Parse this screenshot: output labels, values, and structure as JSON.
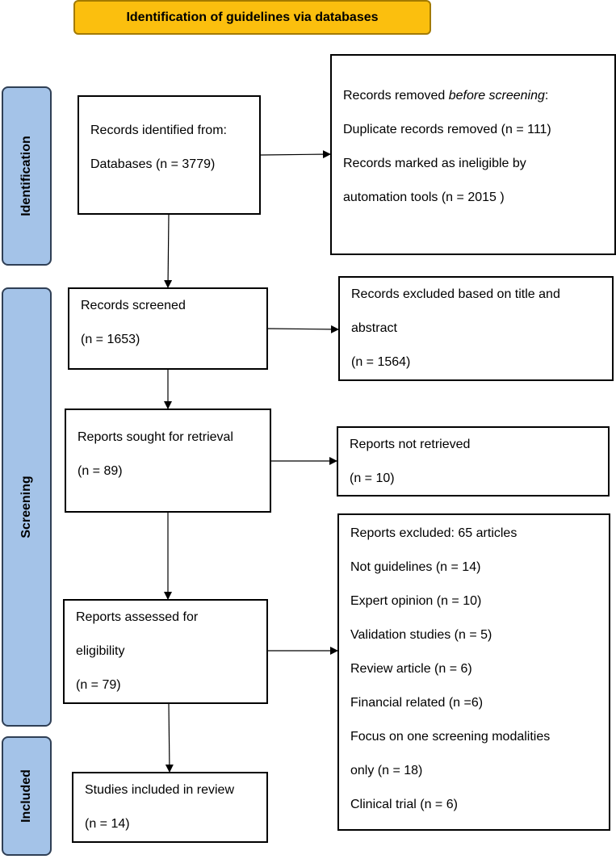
{
  "header": "Identification of guidelines via databases",
  "phases": {
    "identification": "Identification",
    "screening": "Screening",
    "included": "Included"
  },
  "boxes": {
    "records_identified": [
      "Records identified from:",
      "Databases (n = 3779)"
    ],
    "records_removed": {
      "title_prefix": "Records removed ",
      "title_italic": "before screening",
      "title_suffix": ":",
      "lines": [
        "Duplicate records removed  (n = 111)",
        "Records marked as ineligible by",
        "automation tools (n = 2015 )"
      ]
    },
    "records_screened": [
      "Records screened",
      "(n = 1653)"
    ],
    "records_excluded": [
      "Records excluded based on title and",
      "abstract",
      "(n = 1564)"
    ],
    "reports_sought": [
      "Reports sought for retrieval",
      "(n = 89)"
    ],
    "reports_not_retrieved": [
      "Reports not retrieved",
      "(n = 10)"
    ],
    "reports_assessed": [
      "Reports assessed for",
      "eligibility",
      "(n = 79)"
    ],
    "reports_excluded": [
      "Reports excluded: 65 articles",
      "Not guidelines (n = 14)",
      "Expert opinion (n = 10)",
      "Validation studies (n = 5)",
      "Review article (n = 6)",
      "Financial related (n =6)",
      "Focus on one screening modalities",
      "only (n = 18)",
      "Clinical trial (n = 6)"
    ],
    "studies_included": [
      "Studies included in review",
      "(n = 14)"
    ]
  }
}
